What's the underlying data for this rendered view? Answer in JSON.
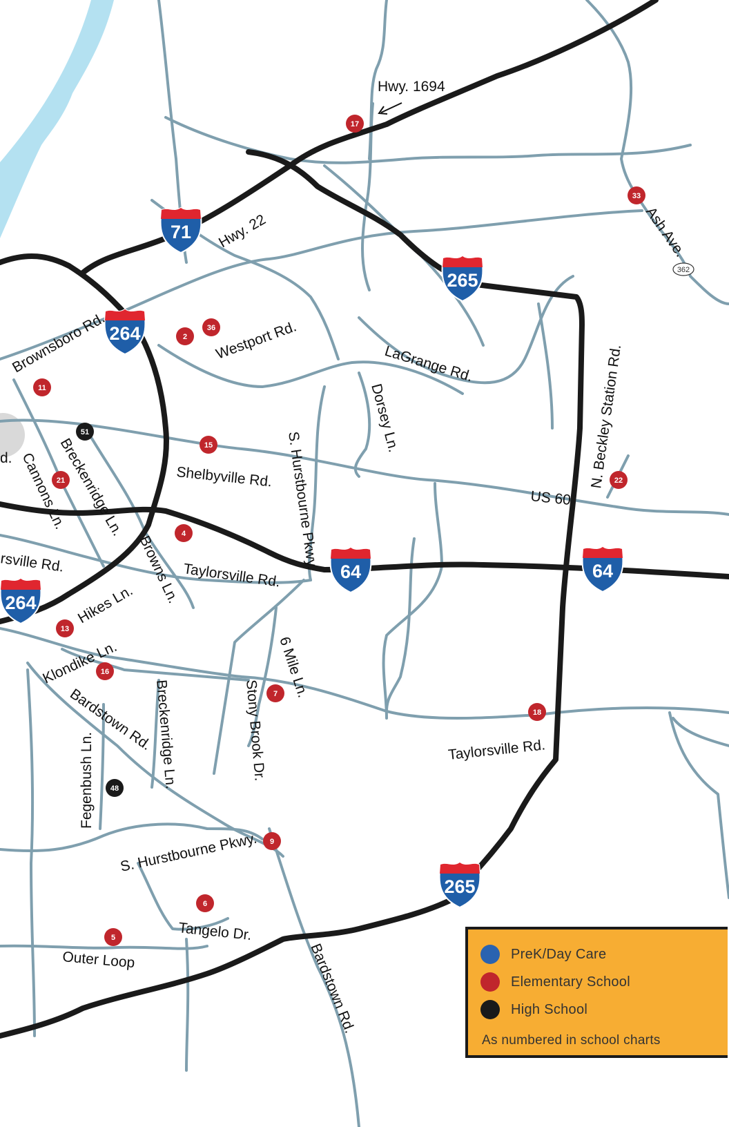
{
  "map": {
    "highways": [
      {
        "id": "i71",
        "number": "71"
      },
      {
        "id": "i264-north",
        "number": "264"
      },
      {
        "id": "i264-west",
        "number": "264"
      },
      {
        "id": "i265-north",
        "number": "265"
      },
      {
        "id": "i265-south",
        "number": "265"
      },
      {
        "id": "i64-center",
        "number": "64"
      },
      {
        "id": "i64-east",
        "number": "64"
      }
    ],
    "state_route": "362",
    "road_labels": {
      "hwy1694": "Hwy. 1694",
      "hwy22": "Hwy. 22",
      "brownsboro": "Brownsboro Rd.",
      "westport": "Westport Rd.",
      "lagrange": "LaGrange Rd.",
      "dorsey": "Dorsey Ln.",
      "ash": "Ash Ave.",
      "beckley": "N. Beckley Station Rd.",
      "shelbyville": "Shelbyville Rd.",
      "shurst_north": "S. Hurstbourne Pkwy.",
      "us60": "US 60",
      "breckenridge_north": "Breckenridge Ln.",
      "cannons": "Cannons Ln.",
      "taylorsville_west": "rsville Rd.",
      "rd_fragment": "d.",
      "browns": "Browns Ln.",
      "taylorsville_mid": "Taylorsville Rd.",
      "hikes": "Hikes Ln.",
      "klondike": "Klondike Ln.",
      "bardstown_north": "Bardstown Rd.",
      "breckenridge_south": "Breckenridge Ln.",
      "stony_brook": "Stony Brook Dr.",
      "six_mile": "6 Mile Ln.",
      "taylorsville_east": "Taylorsville Rd.",
      "fegenbush": "Fegenbush Ln.",
      "shurst_south": "S. Hurstbourne Pkwy.",
      "tangelo": "Tangelo Dr.",
      "outer_loop": "Outer Loop",
      "bardstown_south": "Bardstown Rd."
    },
    "schools": [
      {
        "number": "17",
        "type": "elementary"
      },
      {
        "number": "33",
        "type": "elementary"
      },
      {
        "number": "2",
        "type": "elementary"
      },
      {
        "number": "36",
        "type": "elementary"
      },
      {
        "number": "11",
        "type": "elementary"
      },
      {
        "number": "51",
        "type": "high"
      },
      {
        "number": "15",
        "type": "elementary"
      },
      {
        "number": "21",
        "type": "elementary"
      },
      {
        "number": "22",
        "type": "elementary"
      },
      {
        "number": "4",
        "type": "elementary"
      },
      {
        "number": "13",
        "type": "elementary"
      },
      {
        "number": "16",
        "type": "elementary"
      },
      {
        "number": "7",
        "type": "elementary"
      },
      {
        "number": "18",
        "type": "elementary"
      },
      {
        "number": "48",
        "type": "high"
      },
      {
        "number": "9",
        "type": "elementary"
      },
      {
        "number": "6",
        "type": "elementary"
      },
      {
        "number": "5",
        "type": "elementary"
      }
    ]
  },
  "legend": {
    "items": [
      {
        "label": "PreK/Day Care",
        "color": "#2a63b0"
      },
      {
        "label": "Elementary School",
        "color": "#c0262c"
      },
      {
        "label": "High School",
        "color": "#1a1a1a"
      }
    ],
    "note": "As numbered in school charts"
  },
  "colors": {
    "road": "#7f9fae",
    "highway": "#1a1a1a",
    "river": "#b4e1f1",
    "shield_top": "#e0262f",
    "shield_body": "#1f5ea8",
    "legend_bg": "#f7ad33"
  }
}
